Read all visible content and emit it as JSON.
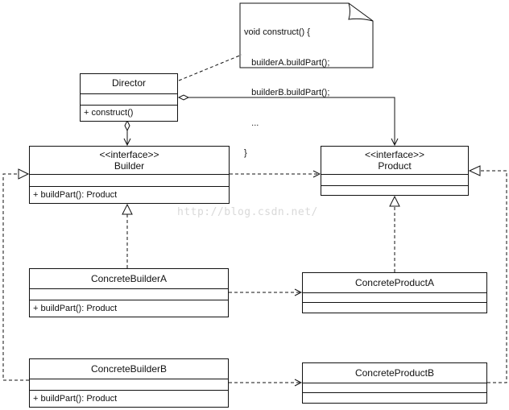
{
  "note": {
    "lines": [
      "void construct() {",
      "   builderA.buildPart();",
      "   builderB.buildPart();",
      "   ...",
      "}"
    ]
  },
  "classes": {
    "director": {
      "name": "Director",
      "op": "+ construct()"
    },
    "builder": {
      "stereotype": "<<interface>>",
      "name": "Builder",
      "op": "+ buildPart(): Product"
    },
    "product": {
      "stereotype": "<<interface>>",
      "name": "Product"
    },
    "builder_a": {
      "name": "ConcreteBuilderA",
      "op": "+ buildPart(): Product"
    },
    "builder_b": {
      "name": "ConcreteBuilderB",
      "op": "+ buildPart(): Product"
    },
    "product_a": {
      "name": "ConcreteProductA"
    },
    "product_b": {
      "name": "ConcreteProductB"
    }
  },
  "watermark": "http://blog.csdn.net/"
}
